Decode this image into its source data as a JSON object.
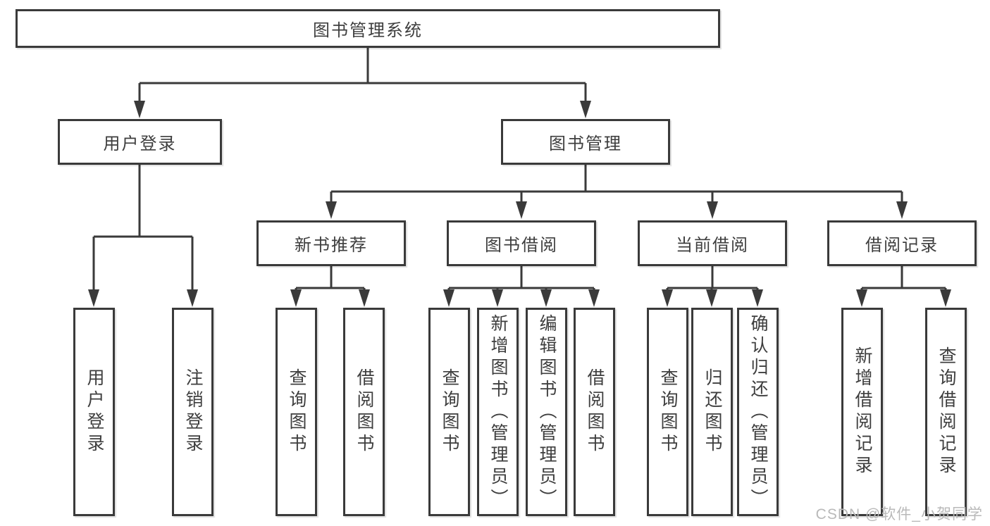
{
  "tree": {
    "label": "图书管理系统",
    "children": [
      {
        "label": "用户登录",
        "children": [
          {
            "label": "用户登录"
          },
          {
            "label": "注销登录"
          }
        ]
      },
      {
        "label": "图书管理",
        "children": [
          {
            "label": "新书推荐",
            "children": [
              {
                "label": "查询图书"
              },
              {
                "label": "借阅图书"
              }
            ]
          },
          {
            "label": "图书借阅",
            "children": [
              {
                "label": "查询图书"
              },
              {
                "label": "新增图书（管理员）"
              },
              {
                "label": "编辑图书（管理员）"
              },
              {
                "label": "借阅图书"
              }
            ]
          },
          {
            "label": "当前借阅",
            "children": [
              {
                "label": "查询图书"
              },
              {
                "label": "归还图书"
              },
              {
                "label": "确认归还（管理员）"
              }
            ]
          },
          {
            "label": "借阅记录",
            "children": [
              {
                "label": "新增借阅记录"
              },
              {
                "label": "查询借阅记录"
              }
            ]
          }
        ]
      }
    ]
  },
  "watermark": {
    "text": "CSDN @软件_小贺同学"
  },
  "colors": {
    "line": "#3a3a3a",
    "text": "#3e3e3e",
    "box_background": "#ffffff",
    "watermark": "#b9b9b9"
  }
}
